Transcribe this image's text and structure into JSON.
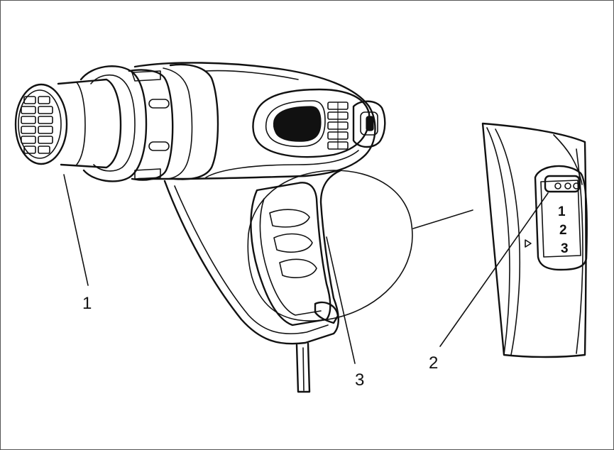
{
  "callouts": [
    {
      "id": "1",
      "text": "1"
    },
    {
      "id": "2",
      "text": "2"
    },
    {
      "id": "3",
      "text": "3"
    }
  ],
  "switch_positions": [
    "1",
    "2",
    "3"
  ],
  "colors": {
    "ink": "#111111",
    "paper": "#ffffff",
    "frame": "#555555"
  }
}
